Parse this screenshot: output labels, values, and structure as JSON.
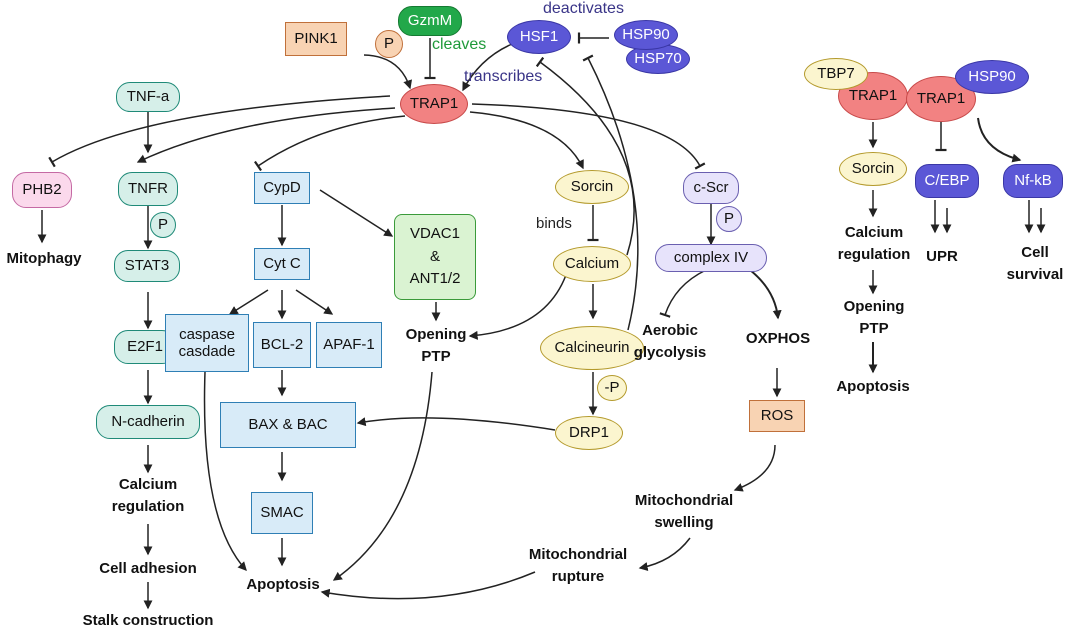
{
  "nodes": {
    "pink1": "PINK1",
    "gzmm": "GzmM",
    "p_pink1": "P",
    "hsf1": "HSF1",
    "hsp90_top": "HSP90",
    "hsp70_top": "HSP70",
    "trap1": "TRAP1",
    "tnfa": "TNF-a",
    "phb2": "PHB2",
    "tnfr": "TNFR",
    "p_tnfr": "P",
    "stat3": "STAT3",
    "e2f1": "E2F1",
    "ncadherin": "N-cadherin",
    "cypd": "CypD",
    "cytc": "Cyt C",
    "caspase": "caspase\ncasdade",
    "bcl2": "BCL-2",
    "apaf1": "APAF-1",
    "baxbac": "BAX & BAC",
    "smac": "SMAC",
    "vdac": "VDAC1\n&\nANT1/2",
    "sorcin": "Sorcin",
    "calcium": "Calcium",
    "calcineurin": "Calcineurin",
    "minus_p": "-P",
    "drp1": "DRP1",
    "cscr": "c-Scr",
    "p_cscr": "P",
    "complex4": "complex IV",
    "ros": "ROS",
    "tbp7": "TBP7",
    "trap1_r1": "TRAP1",
    "sorcin_r": "Sorcin",
    "trap1_r2": "TRAP1",
    "hsp90_r": "HSP90",
    "cebp": "C/EBP",
    "nfkb": "Nf-kB"
  },
  "labels": {
    "mitophagy": "Mitophagy",
    "calcium_reg": "Calcium\nregulation",
    "cell_adhesion": "Cell adhesion",
    "stalk": "Stalk construction",
    "apoptosis_main": "Apoptosis",
    "opening_ptp": "Opening\nPTP",
    "aerobic": "Aerobic\nglycolysis",
    "oxphos": "OXPHOS",
    "mito_swelling": "Mitochondrial\nswelling",
    "mito_rupture": "Mitochondrial\nrupture",
    "calcium_reg_r": "Calcium\nregulation",
    "opening_ptp_r": "Opening\nPTP",
    "apoptosis_r": "Apoptosis",
    "upr": "UPR",
    "cell_survival": "Cell\nsurvival"
  },
  "annotations": {
    "deactivates": "deactivates",
    "cleaves": "cleaves",
    "transcribes": "transcribes",
    "binds": "binds"
  },
  "colors": {
    "teal_fill": "#d6efe9",
    "teal_border": "#1f8a78",
    "blue_fill": "#d8ebf8",
    "blue_border": "#2f7fb5",
    "yellow_fill": "#fbf5cf",
    "yellow_border": "#b49a2c",
    "lavender_fill": "#e7e3fb",
    "lavender_border": "#6a5fb0",
    "trap1_red": "#f28282",
    "hsp_purple": "#5b57d6",
    "gzmm_green": "#22a84a",
    "annotation_purple": "#3a3588",
    "annotation_green": "#1f9a3a"
  }
}
